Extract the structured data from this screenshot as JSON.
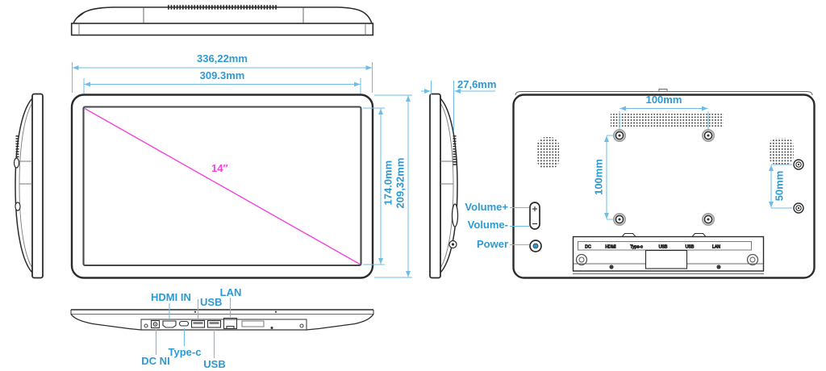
{
  "dimensions": {
    "body_width": "336,22mm",
    "screen_width": "309.3mm",
    "screen_height": "174.0mm",
    "body_height": "209,32mm",
    "thickness": "27,6mm"
  },
  "screen": {
    "diagonal": "14″"
  },
  "back": {
    "vesa_width": "100mm",
    "vesa_height": "100mm",
    "side_holes": "50mm",
    "volume_up": "Volume+",
    "volume_down": "Volume-",
    "power": "Power",
    "panel_ports": [
      "DC",
      "HDMI",
      "Type-c",
      "USB",
      "USB",
      "LAN"
    ]
  },
  "bottom": {
    "hdmi": "HDMI IN",
    "usb_upper": "USB",
    "lan": "LAN",
    "dc": "DC NI",
    "type_c": "Type-c",
    "usb_lower": "USB"
  },
  "colors": {
    "dimension_text": "#2e9ad2",
    "dimension_line": "#6fbde6",
    "diagonal_highlight": "#f443dd",
    "outline": "#2b2b2e"
  }
}
